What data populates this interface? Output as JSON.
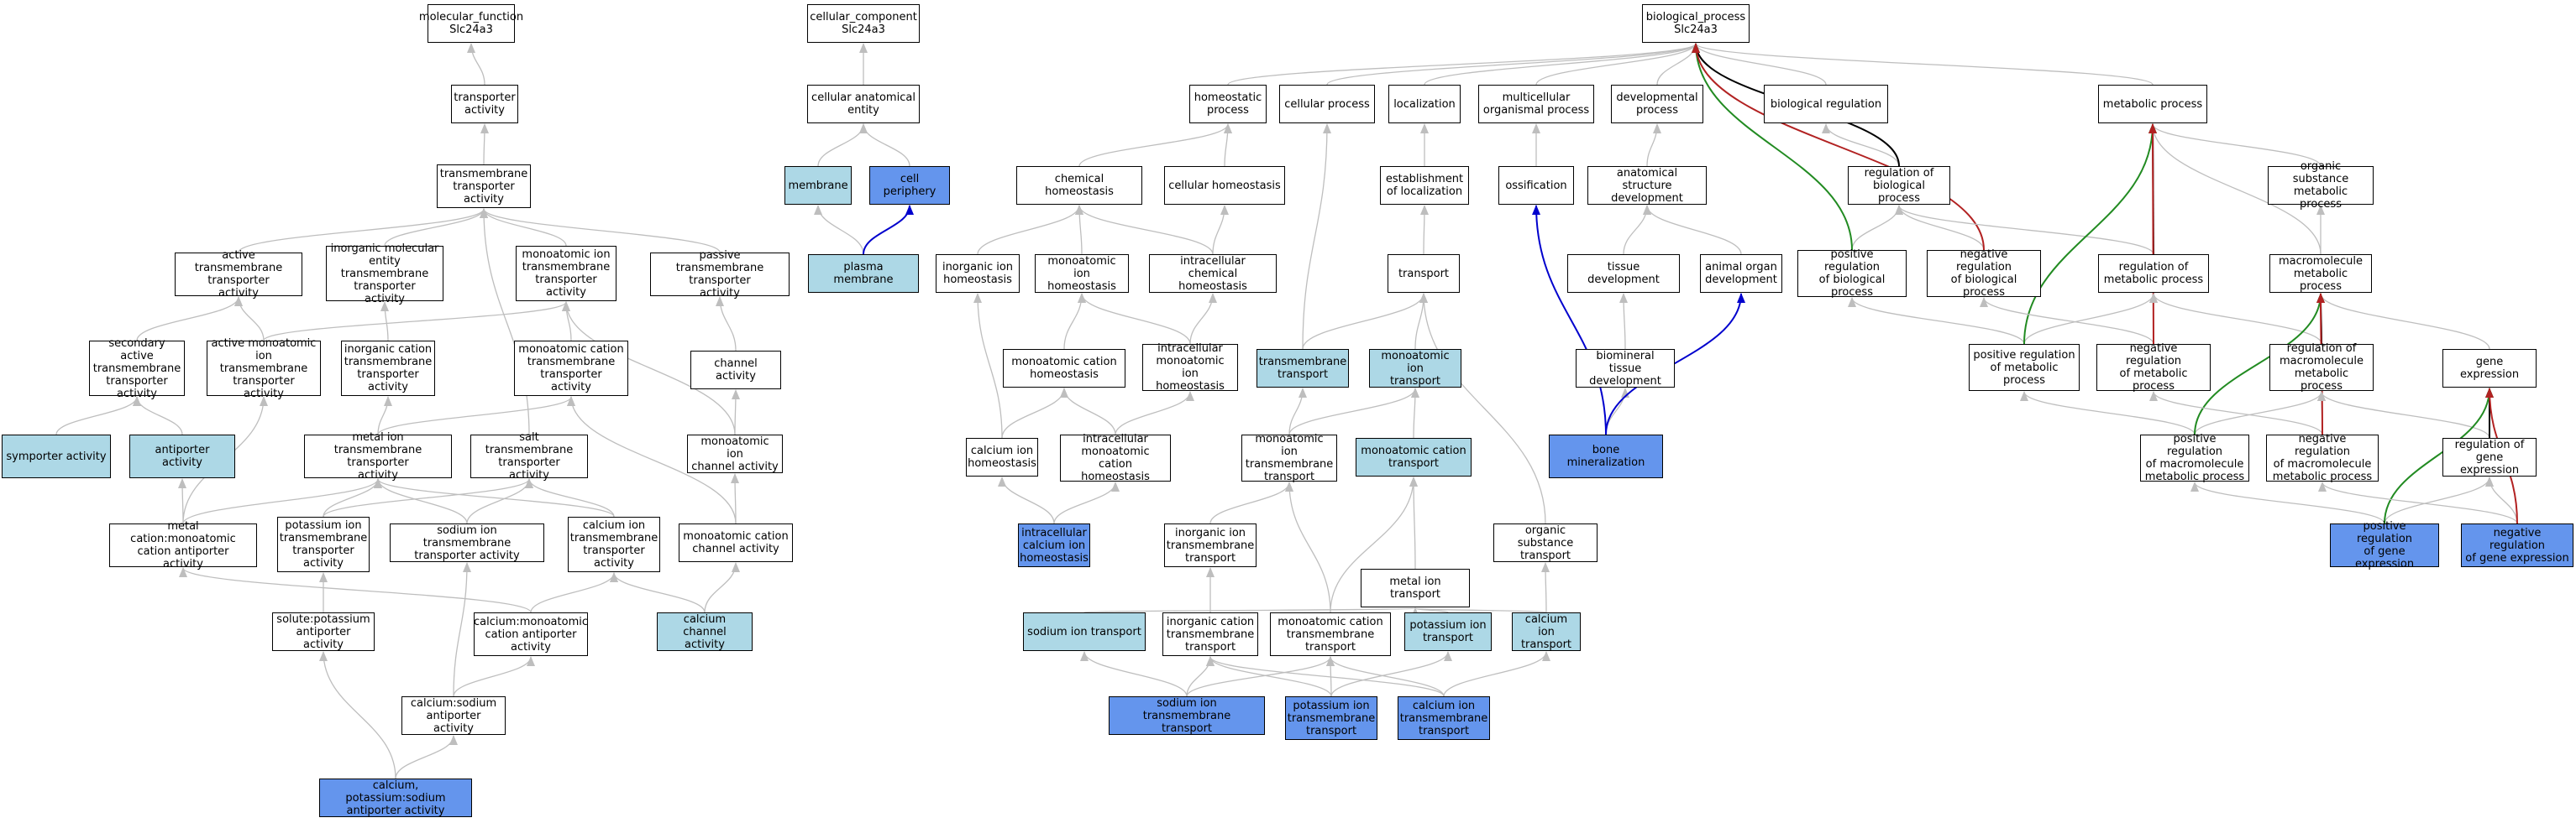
{
  "colors": {
    "default_fill": "#ffffff",
    "light_fill": "#add8e6",
    "dark_fill": "#6495ed",
    "edge_gray": "#bebebe",
    "edge_black": "#000000",
    "edge_blue": "#0000cd",
    "edge_green": "#228b22",
    "edge_red": "#b22222"
  },
  "nodes": {
    "mf_root": "molecular_function\nSlc24a3",
    "cc_root": "cellular_component\nSlc24a3",
    "bp_root": "biological_process\nSlc24a3",
    "transporter_activity": "transporter\nactivity",
    "cell_anat_entity": "cellular anatomical\nentity",
    "membrane": "membrane",
    "cell_periphery": "cell periphery",
    "plasma_membrane": "plasma membrane",
    "tm_transporter_activity": "transmembrane\ntransporter\nactivity",
    "active_tm_transporter": "active transmembrane\ntransporter\nactivity",
    "inorganic_mol_entity_tm": "inorganic molecular\nentity transmembrane\ntransporter\nactivity",
    "monoatomic_ion_tm_transporter": "monoatomic ion\ntransmembrane\ntransporter\nactivity",
    "passive_tm_transporter": "passive transmembrane\ntransporter\nactivity",
    "secondary_active_tm": "secondary active\ntransmembrane\ntransporter\nactivity",
    "active_monoatomic_ion_tm": "active monoatomic\nion transmembrane\ntransporter\nactivity",
    "inorganic_cation_tm": "inorganic cation\ntransmembrane\ntransporter\nactivity",
    "monoatomic_cation_tm": "monoatomic cation\ntransmembrane\ntransporter\nactivity",
    "channel_activity": "channel activity",
    "symporter_activity": "symporter activity",
    "antiporter_activity": "antiporter activity",
    "metal_ion_tm": "metal ion transmembrane\ntransporter\nactivity",
    "salt_tm": "salt transmembrane\ntransporter\nactivity",
    "monoatomic_ion_channel": "monoatomic ion\nchannel activity",
    "metal_cation_antiporter": "metal cation:monoatomic\ncation antiporter\nactivity",
    "potassium_ion_tm": "potassium ion\ntransmembrane\ntransporter\nactivity",
    "sodium_ion_tm_activity": "sodium ion transmembrane\ntransporter activity",
    "calcium_ion_tm_activity": "calcium ion\ntransmembrane\ntransporter\nactivity",
    "monoatomic_cation_channel": "monoatomic cation\nchannel activity",
    "solute_potassium_antiporter": "solute:potassium\nantiporter activity",
    "calcium_monoatomic_antiporter": "calcium:monoatomic\ncation antiporter\nactivity",
    "calcium_channel_activity": "calcium channel\nactivity",
    "calcium_sodium_antiporter": "calcium:sodium\nantiporter activity",
    "calcium_potassium_sodium": "calcium, potassium:sodium\nantiporter activity",
    "homeostatic_process": "homeostatic\nprocess",
    "cellular_process": "cellular process",
    "localization": "localization",
    "multicellular_organismal": "multicellular\norganismal process",
    "developmental_process": "developmental\nprocess",
    "biological_regulation": "biological regulation",
    "metabolic_process": "metabolic process",
    "chemical_homeostasis": "chemical homeostasis",
    "cellular_homeostasis": "cellular homeostasis",
    "establishment_localization": "establishment\nof localization",
    "ossification": "ossification",
    "anatomical_structure_dev": "anatomical structure\ndevelopment",
    "regulation_bio_process": "regulation of\nbiological process",
    "organic_substance_metabolic": "organic substance\nmetabolic process",
    "inorganic_ion_homeostasis": "inorganic ion\nhomeostasis",
    "monoatomic_ion_homeostasis": "monoatomic ion\nhomeostasis",
    "intracellular_chem_homeostasis": "intracellular\nchemical homeostasis",
    "transport": "transport",
    "tissue_development": "tissue development",
    "animal_organ_dev": "animal organ\ndevelopment",
    "pos_reg_bio_process": "positive regulation\nof biological\nprocess",
    "neg_reg_bio_process": "negative regulation\nof biological\nprocess",
    "regulation_metabolic": "regulation of\nmetabolic process",
    "macromolecule_metabolic": "macromolecule\nmetabolic process",
    "monoatomic_cation_homeostasis": "monoatomic cation\nhomeostasis",
    "intracellular_monoatomic_ion_homeo": "intracellular\nmonoatomic ion\nhomeostasis",
    "transmembrane_transport": "transmembrane\ntransport",
    "monoatomic_ion_transport": "monoatomic ion\ntransport",
    "biomineral_tissue_dev": "biomineral tissue\ndevelopment",
    "pos_reg_metabolic": "positive regulation\nof metabolic\nprocess",
    "neg_reg_metabolic": "negative regulation\nof metabolic\nprocess",
    "reg_macromolecule_metabolic": "regulation of\nmacromolecule\nmetabolic process",
    "gene_expression": "gene expression",
    "calcium_ion_homeostasis": "calcium ion\nhomeostasis",
    "intracellular_monoatomic_cation_homeo": "intracellular\nmonoatomic cation\nhomeostasis",
    "monoatomic_ion_tm_transport": "monoatomic ion\ntransmembrane\ntransport",
    "monoatomic_cation_transport": "monoatomic cation\ntransport",
    "bone_mineralization": "bone mineralization",
    "pos_reg_macromolecule_metabolic": "positive regulation\nof macromolecule\nmetabolic process",
    "neg_reg_macromolecule_metabolic": "negative regulation\nof macromolecule\nmetabolic process",
    "regulation_gene_expression": "regulation of\ngene expression",
    "intracellular_calcium_homeostasis": "intracellular\ncalcium ion\nhomeostasis",
    "inorganic_ion_tm_transport": "inorganic ion\ntransmembrane\ntransport",
    "metal_ion_transport": "metal ion transport",
    "organic_substance_transport": "organic substance\ntransport",
    "sodium_ion_transport": "sodium ion transport",
    "inorganic_cation_tm_transport": "inorganic cation\ntransmembrane\ntransport",
    "monoatomic_cation_tm_transport": "monoatomic cation\ntransmembrane\ntransport",
    "potassium_ion_transport": "potassium ion\ntransport",
    "calcium_ion_transport": "calcium ion\ntransport",
    "pos_reg_gene_expression": "positive regulation\nof gene expression",
    "neg_reg_gene_expression": "negative regulation\nof gene expression",
    "sodium_ion_tm_transport": "sodium ion transmembrane\ntransport",
    "potassium_ion_tm_transport": "potassium ion\ntransmembrane\ntransport",
    "calcium_ion_tm_transport": "calcium ion\ntransmembrane\ntransport"
  }
}
